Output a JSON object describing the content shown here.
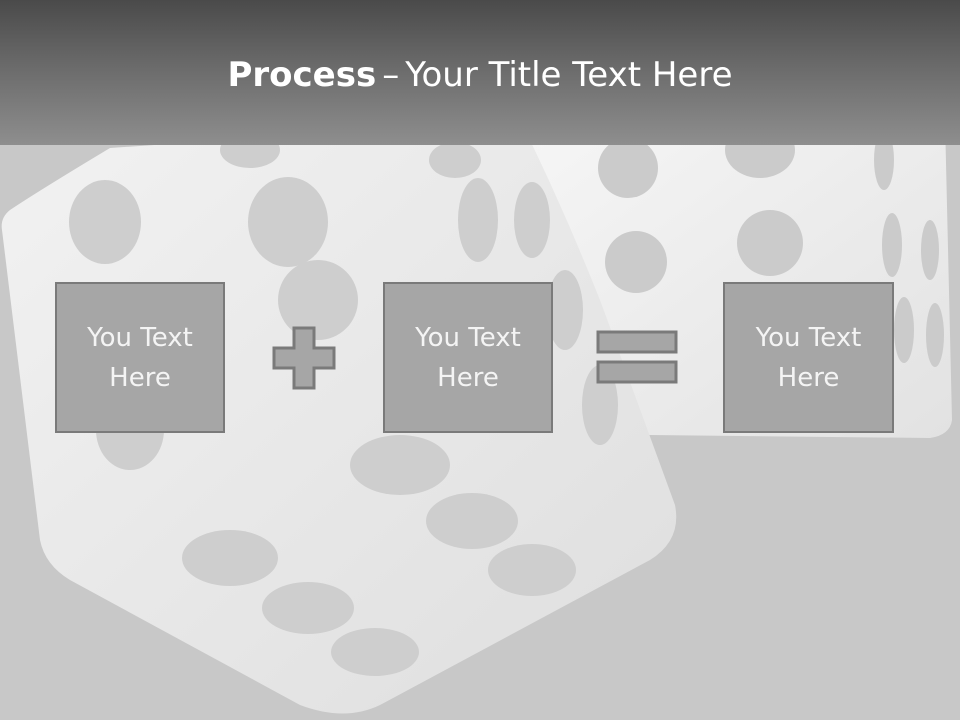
{
  "title": {
    "bold": "Process",
    "separator": "–",
    "rest": "Your Title Text Here"
  },
  "process": {
    "boxes": [
      {
        "label": "You Text Here"
      },
      {
        "label": "You Text Here"
      },
      {
        "label": "You Text Here"
      }
    ],
    "operators": [
      "plus",
      "equals"
    ]
  },
  "colors": {
    "background": "#c8c8c8",
    "header_dark": "#4a4a4a",
    "header_light": "#8e8e8e",
    "box_fill": "#a6a6a6",
    "box_border": "#7a7a7a",
    "text": "#ffffff"
  },
  "icons": [
    "plus-icon",
    "equals-icon",
    "dice-illustration"
  ]
}
